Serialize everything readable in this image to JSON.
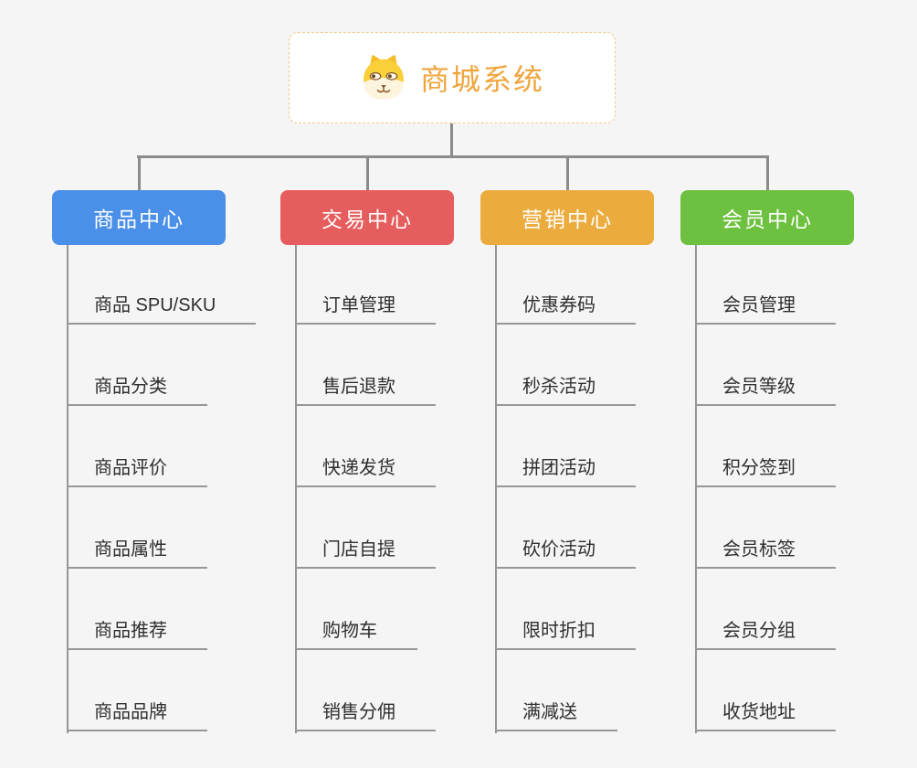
{
  "root": {
    "title": "商城系统",
    "icon": "shiba-dog-icon"
  },
  "branches": [
    {
      "id": "product-center",
      "label": "商品中心",
      "color": "#4a8fe8",
      "items": [
        "商品 SPU/SKU",
        "商品分类",
        "商品评价",
        "商品属性",
        "商品推荐",
        "商品品牌"
      ]
    },
    {
      "id": "trade-center",
      "label": "交易中心",
      "color": "#e65d5d",
      "items": [
        "订单管理",
        "售后退款",
        "快递发货",
        "门店自提",
        "购物车",
        "销售分佣"
      ]
    },
    {
      "id": "marketing-center",
      "label": "营销中心",
      "color": "#ebab3d",
      "items": [
        "优惠券码",
        "秒杀活动",
        "拼团活动",
        "砍价活动",
        "限时折扣",
        "满减送"
      ]
    },
    {
      "id": "member-center",
      "label": "会员中心",
      "color": "#6ec140",
      "items": [
        "会员管理",
        "会员等级",
        "积分签到",
        "会员标签",
        "会员分组",
        "收货地址"
      ]
    }
  ],
  "colors": {
    "background": "#f5f5f5",
    "connector_line": "#8b8b8b",
    "leaf_underline": "#979797",
    "root_text": "#f0a53c",
    "root_border": "#eec98b",
    "leaf_text": "#2f2f2f",
    "header_text": "#ffffff"
  }
}
